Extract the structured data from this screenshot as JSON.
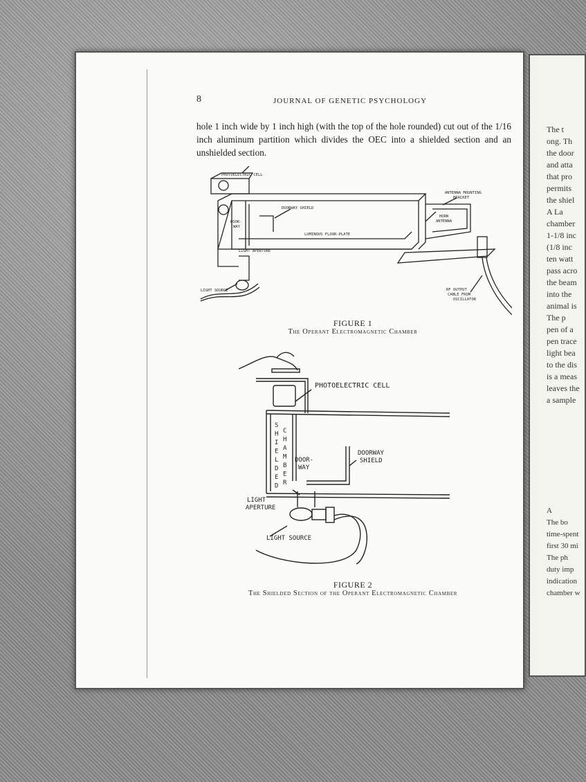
{
  "page": {
    "number": "8",
    "running_head": "JOURNAL OF GENETIC PSYCHOLOGY",
    "body_text": "hole 1 inch wide by 1 inch high (with the top of the hole rounded) cut out of the 1/16 inch aluminum partition which divides the OEC into a shielded section and an unshielded section."
  },
  "figure1": {
    "number": "FIGURE 1",
    "caption": "The Operant Electromagnetic Chamber",
    "labels": {
      "photoelectric_cell": "PHOTOELECTRIC CELL",
      "antenna_bracket_1": "ANTENNA MOUNTING",
      "antenna_bracket_2": "BRACKET",
      "doorway_shield": "DOORWAY SHIELD",
      "horn_antenna_1": "HORN",
      "horn_antenna_2": "ANTENNA",
      "doorway_1": "DOOR-",
      "doorway_2": "WAY",
      "luminous_floor": "LUMINOUS FLOOR-PLATE",
      "light_aperture": "LIGHT APERTURE",
      "light_source": "LIGHT SOURCE",
      "rf_cable_1": "RF OUTPUT",
      "rf_cable_2": "CABLE FROM",
      "rf_cable_3": "OSCILLATOR"
    }
  },
  "figure2": {
    "number": "FIGURE 2",
    "caption": "The Shielded Section of the Operant Electromagnetic Chamber",
    "labels": {
      "photoelectric_cell": "PHOTOELECTRIC CELL",
      "shielded_letters": [
        "S",
        "H",
        "I",
        "E",
        "L",
        "D",
        "E",
        "D"
      ],
      "chamber_letters": [
        "C",
        "H",
        "A",
        "M",
        "B",
        "E",
        "R"
      ],
      "doorway_1": "DOOR-",
      "doorway_2": "WAY",
      "doorway_shield_1": "DOORWAY",
      "doorway_shield_2": "SHIELD",
      "light_aperture_1": "LIGHT",
      "light_aperture_2": "APERTURE",
      "light_source": "LIGHT SOURCE"
    }
  },
  "right_page": {
    "lines": [
      "The t",
      "ong. Th",
      "the door",
      "and atta",
      "that pro",
      "permits",
      "the shiel",
      "A La",
      "chamber",
      "1-1/8 inc",
      "(1/8 inc",
      "ten watt",
      "pass acro",
      "the beam",
      "into the",
      "animal is",
      "The p",
      "pen of a",
      "pen trace",
      "light bea",
      "to the dis",
      "is a meas",
      "leaves the",
      "a sample"
    ],
    "lower_lines": [
      "A",
      "The bo",
      "time-spent",
      "first 30 mi",
      "The ph",
      "duty imp",
      "indication",
      "chamber w"
    ]
  }
}
